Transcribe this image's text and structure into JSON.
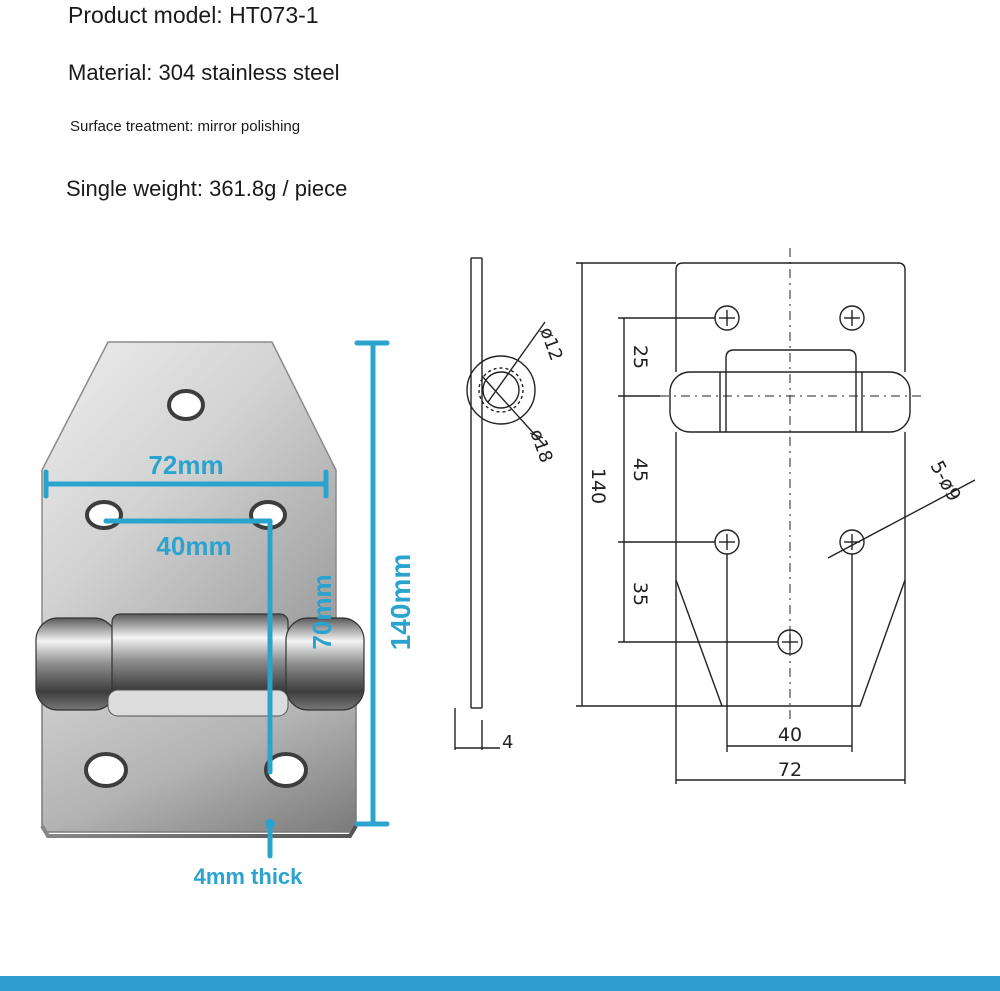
{
  "specs": {
    "model": "Product model: HT073-1",
    "material": "Material: 304 stainless steel",
    "surface": "Surface treatment: mirror polishing",
    "weight": "Single weight: 361.8g / piece"
  },
  "photo_labels": {
    "width": "72mm",
    "hole_spacing": "40mm",
    "hole_vertical": "70mm",
    "height": "140mm",
    "thickness": "4mm thick"
  },
  "drawing_labels": {
    "d12": "ø12",
    "d18": "ø18",
    "thick": "4",
    "d25": "25",
    "d45": "45",
    "d35": "35",
    "d140": "140",
    "d40": "40",
    "d72": "72",
    "holes": "5-ø9"
  },
  "colors": {
    "accent": "#2d9ccf",
    "label": "#2ba3cf",
    "line": "#222222"
  }
}
